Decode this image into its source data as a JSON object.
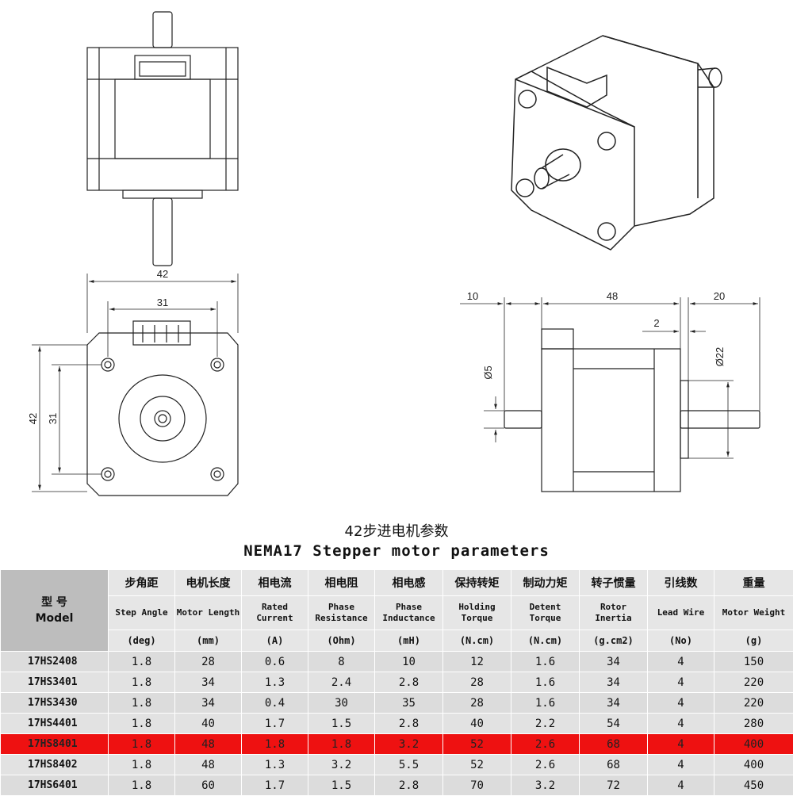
{
  "dimensions": {
    "front_width": "42",
    "hole_spacing_h": "31",
    "front_height": "42",
    "hole_spacing_v": "31",
    "shaft_front": "10",
    "body_length": "48",
    "shaft_rear": "20",
    "boss_depth": "2",
    "shaft_dia": "Ø5",
    "boss_dia": "Ø22"
  },
  "title_cn": "42步进电机参数",
  "title_en": "NEMA17 Stepper motor parameters",
  "table": {
    "model_header": {
      "cn": "型  号",
      "en": "Model"
    },
    "columns": [
      {
        "cn": "步角距",
        "en": "Step Angle",
        "unit": "(deg)"
      },
      {
        "cn": "电机长度",
        "en": "Motor Length",
        "unit": "(mm)"
      },
      {
        "cn": "相电流",
        "en": "Rated Current",
        "unit": "(A)"
      },
      {
        "cn": "相电阻",
        "en": "Phase Resistance",
        "unit": "(Ohm)"
      },
      {
        "cn": "相电感",
        "en": "Phase Inductance",
        "unit": "(mH)"
      },
      {
        "cn": "保持转矩",
        "en": "Holding Torque",
        "unit": "(N.cm)"
      },
      {
        "cn": "制动力矩",
        "en": "Detent Torque",
        "unit": "(N.cm)"
      },
      {
        "cn": "转子惯量",
        "en": "Rotor Inertia",
        "unit": "(g.cm2)"
      },
      {
        "cn": "引线数",
        "en": "Lead Wire",
        "unit": "(No)"
      },
      {
        "cn": "重量",
        "en": "Motor Weight",
        "unit": "(g)"
      }
    ],
    "rows": [
      {
        "model": "17HS2408",
        "values": [
          "1.8",
          "28",
          "0.6",
          "8",
          "10",
          "12",
          "1.6",
          "34",
          "4",
          "150"
        ]
      },
      {
        "model": "17HS3401",
        "values": [
          "1.8",
          "34",
          "1.3",
          "2.4",
          "2.8",
          "28",
          "1.6",
          "34",
          "4",
          "220"
        ]
      },
      {
        "model": "17HS3430",
        "values": [
          "1.8",
          "34",
          "0.4",
          "30",
          "35",
          "28",
          "1.6",
          "34",
          "4",
          "220"
        ]
      },
      {
        "model": "17HS4401",
        "values": [
          "1.8",
          "40",
          "1.7",
          "1.5",
          "2.8",
          "40",
          "2.2",
          "54",
          "4",
          "280"
        ]
      },
      {
        "model": "17HS8401",
        "values": [
          "1.8",
          "48",
          "1.8",
          "1.8",
          "3.2",
          "52",
          "2.6",
          "68",
          "4",
          "400"
        ],
        "highlight": true
      },
      {
        "model": "17HS8402",
        "values": [
          "1.8",
          "48",
          "1.3",
          "3.2",
          "5.5",
          "52",
          "2.6",
          "68",
          "4",
          "400"
        ]
      },
      {
        "model": "17HS6401",
        "values": [
          "1.8",
          "60",
          "1.7",
          "1.5",
          "2.8",
          "70",
          "3.2",
          "72",
          "4",
          "450"
        ]
      }
    ],
    "highlight_color": "#ee1111"
  }
}
